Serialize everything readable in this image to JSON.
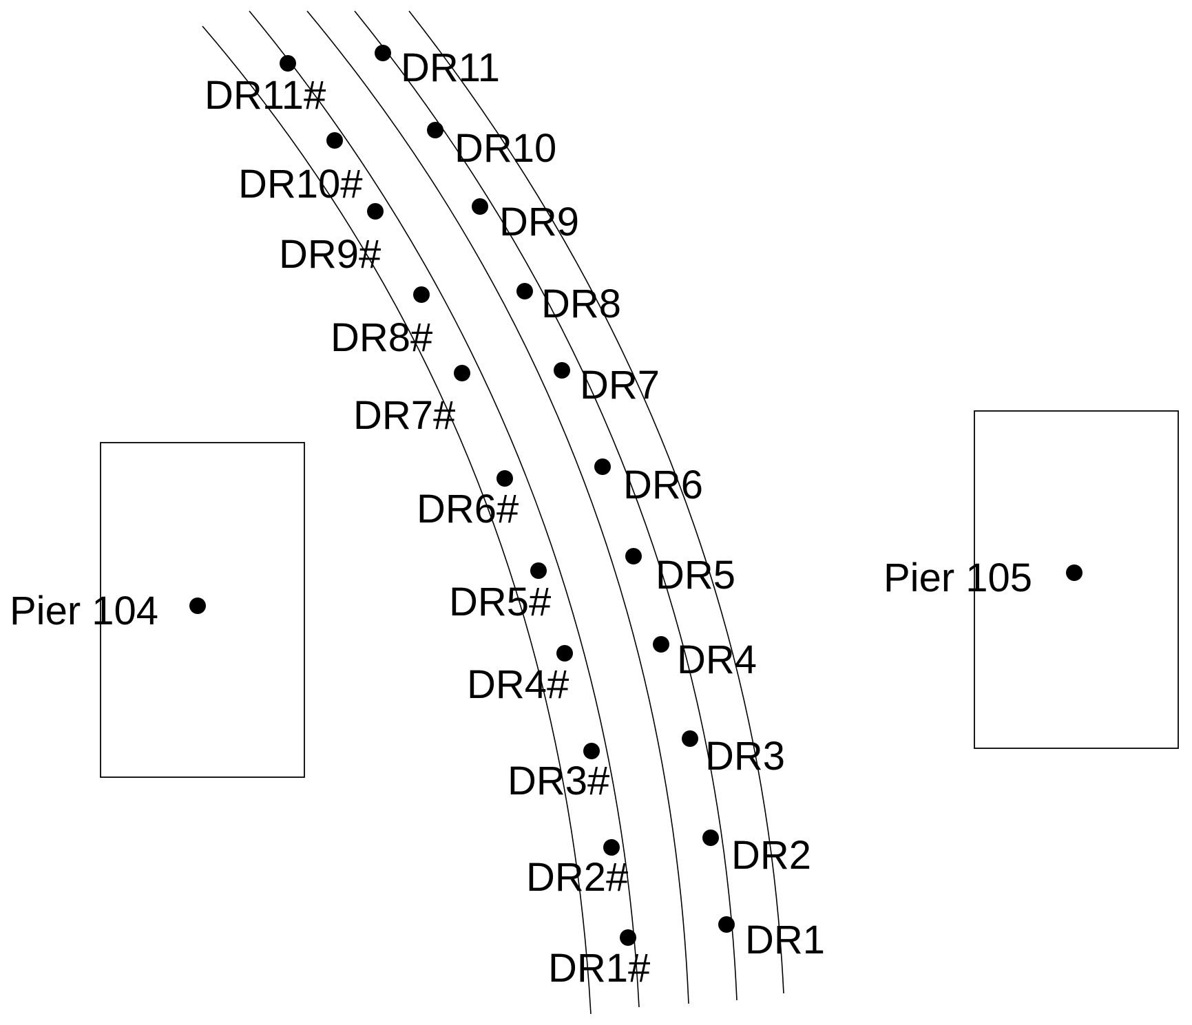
{
  "piers": [
    {
      "label": "Pier 104"
    },
    {
      "label": "Pier 105"
    }
  ],
  "points_inner": [
    "DR1#",
    "DR2#",
    "DR3#",
    "DR4#",
    "DR5#",
    "DR6#",
    "DR7#",
    "DR8#",
    "DR9#",
    "DR10#",
    "DR11#"
  ],
  "points_outer": [
    "DR1",
    "DR2",
    "DR3",
    "DR4",
    "DR5",
    "DR6",
    "DR7",
    "DR8",
    "DR9",
    "DR10",
    "DR11"
  ],
  "colors": {
    "ink": "#000000",
    "background": "#ffffff"
  }
}
